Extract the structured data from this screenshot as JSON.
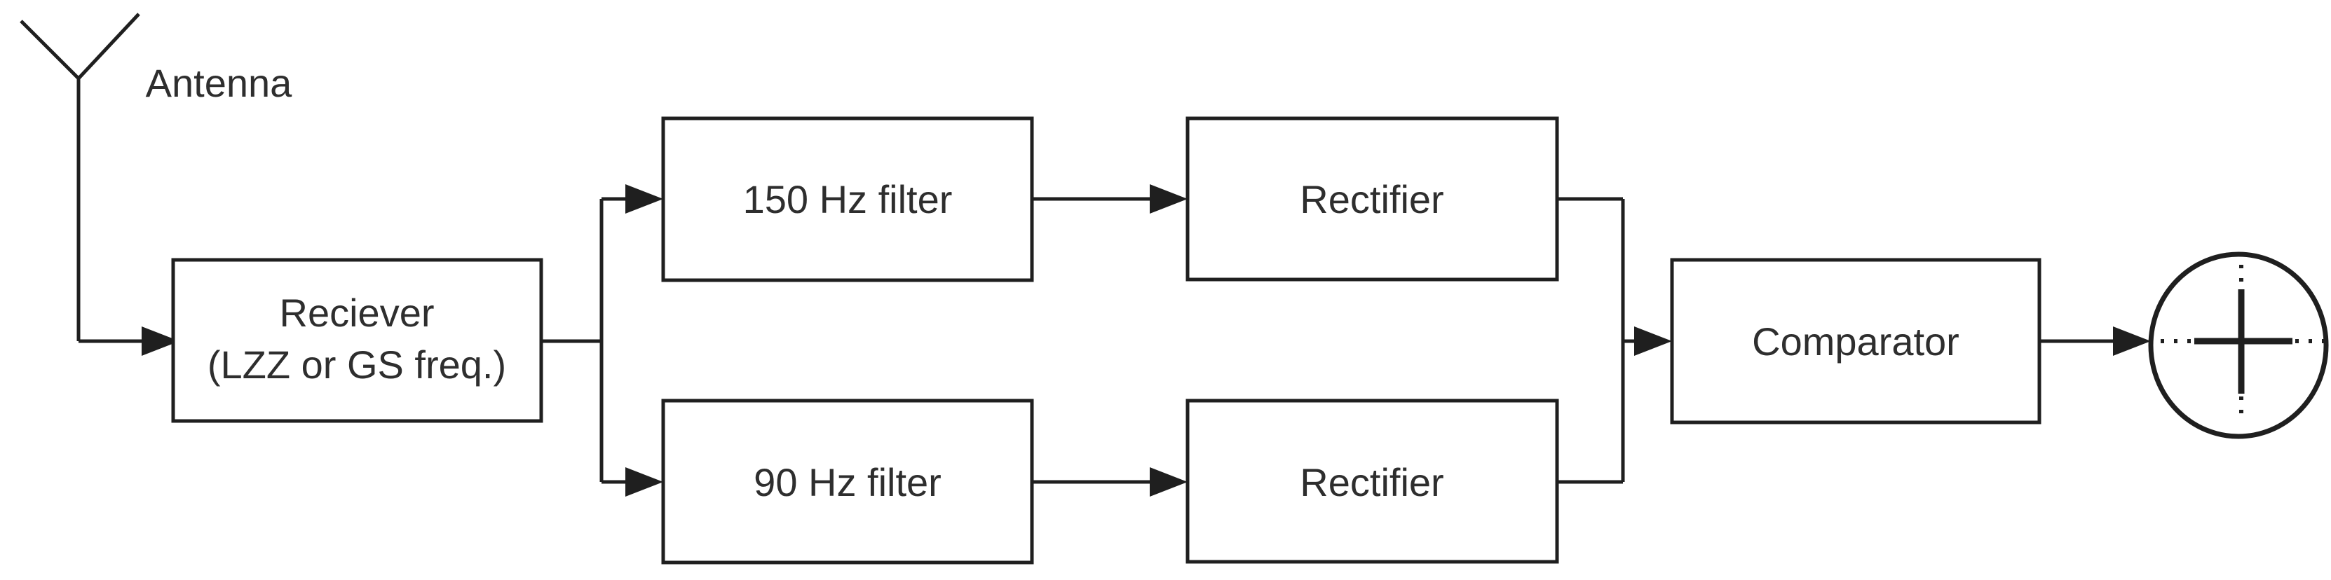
{
  "diagram": {
    "type": "block-diagram",
    "nodes": {
      "antenna": {
        "label": "Antenna",
        "symbol": "antenna"
      },
      "receiver": {
        "label_line1": "Reciever",
        "label_line2": "(LZZ or GS freq.)"
      },
      "filter_150": {
        "label": "150 Hz filter"
      },
      "filter_90": {
        "label": "90 Hz filter"
      },
      "rectifier_top": {
        "label": "Rectifier"
      },
      "rectifier_bottom": {
        "label": "Rectifier"
      },
      "comparator": {
        "label": "Comparator"
      },
      "indicator": {
        "symbol": "crosshair-circle-indicator"
      }
    },
    "edges": [
      {
        "from": "antenna",
        "to": "receiver"
      },
      {
        "from": "receiver",
        "to": "filter_150"
      },
      {
        "from": "receiver",
        "to": "filter_90"
      },
      {
        "from": "filter_150",
        "to": "rectifier_top"
      },
      {
        "from": "filter_90",
        "to": "rectifier_bottom"
      },
      {
        "from": "rectifier_top",
        "to": "comparator"
      },
      {
        "from": "rectifier_bottom",
        "to": "comparator"
      },
      {
        "from": "comparator",
        "to": "indicator"
      }
    ],
    "colors": {
      "ink": "#1f1f1f",
      "text": "#2e2e2e",
      "background": "#ffffff"
    }
  }
}
